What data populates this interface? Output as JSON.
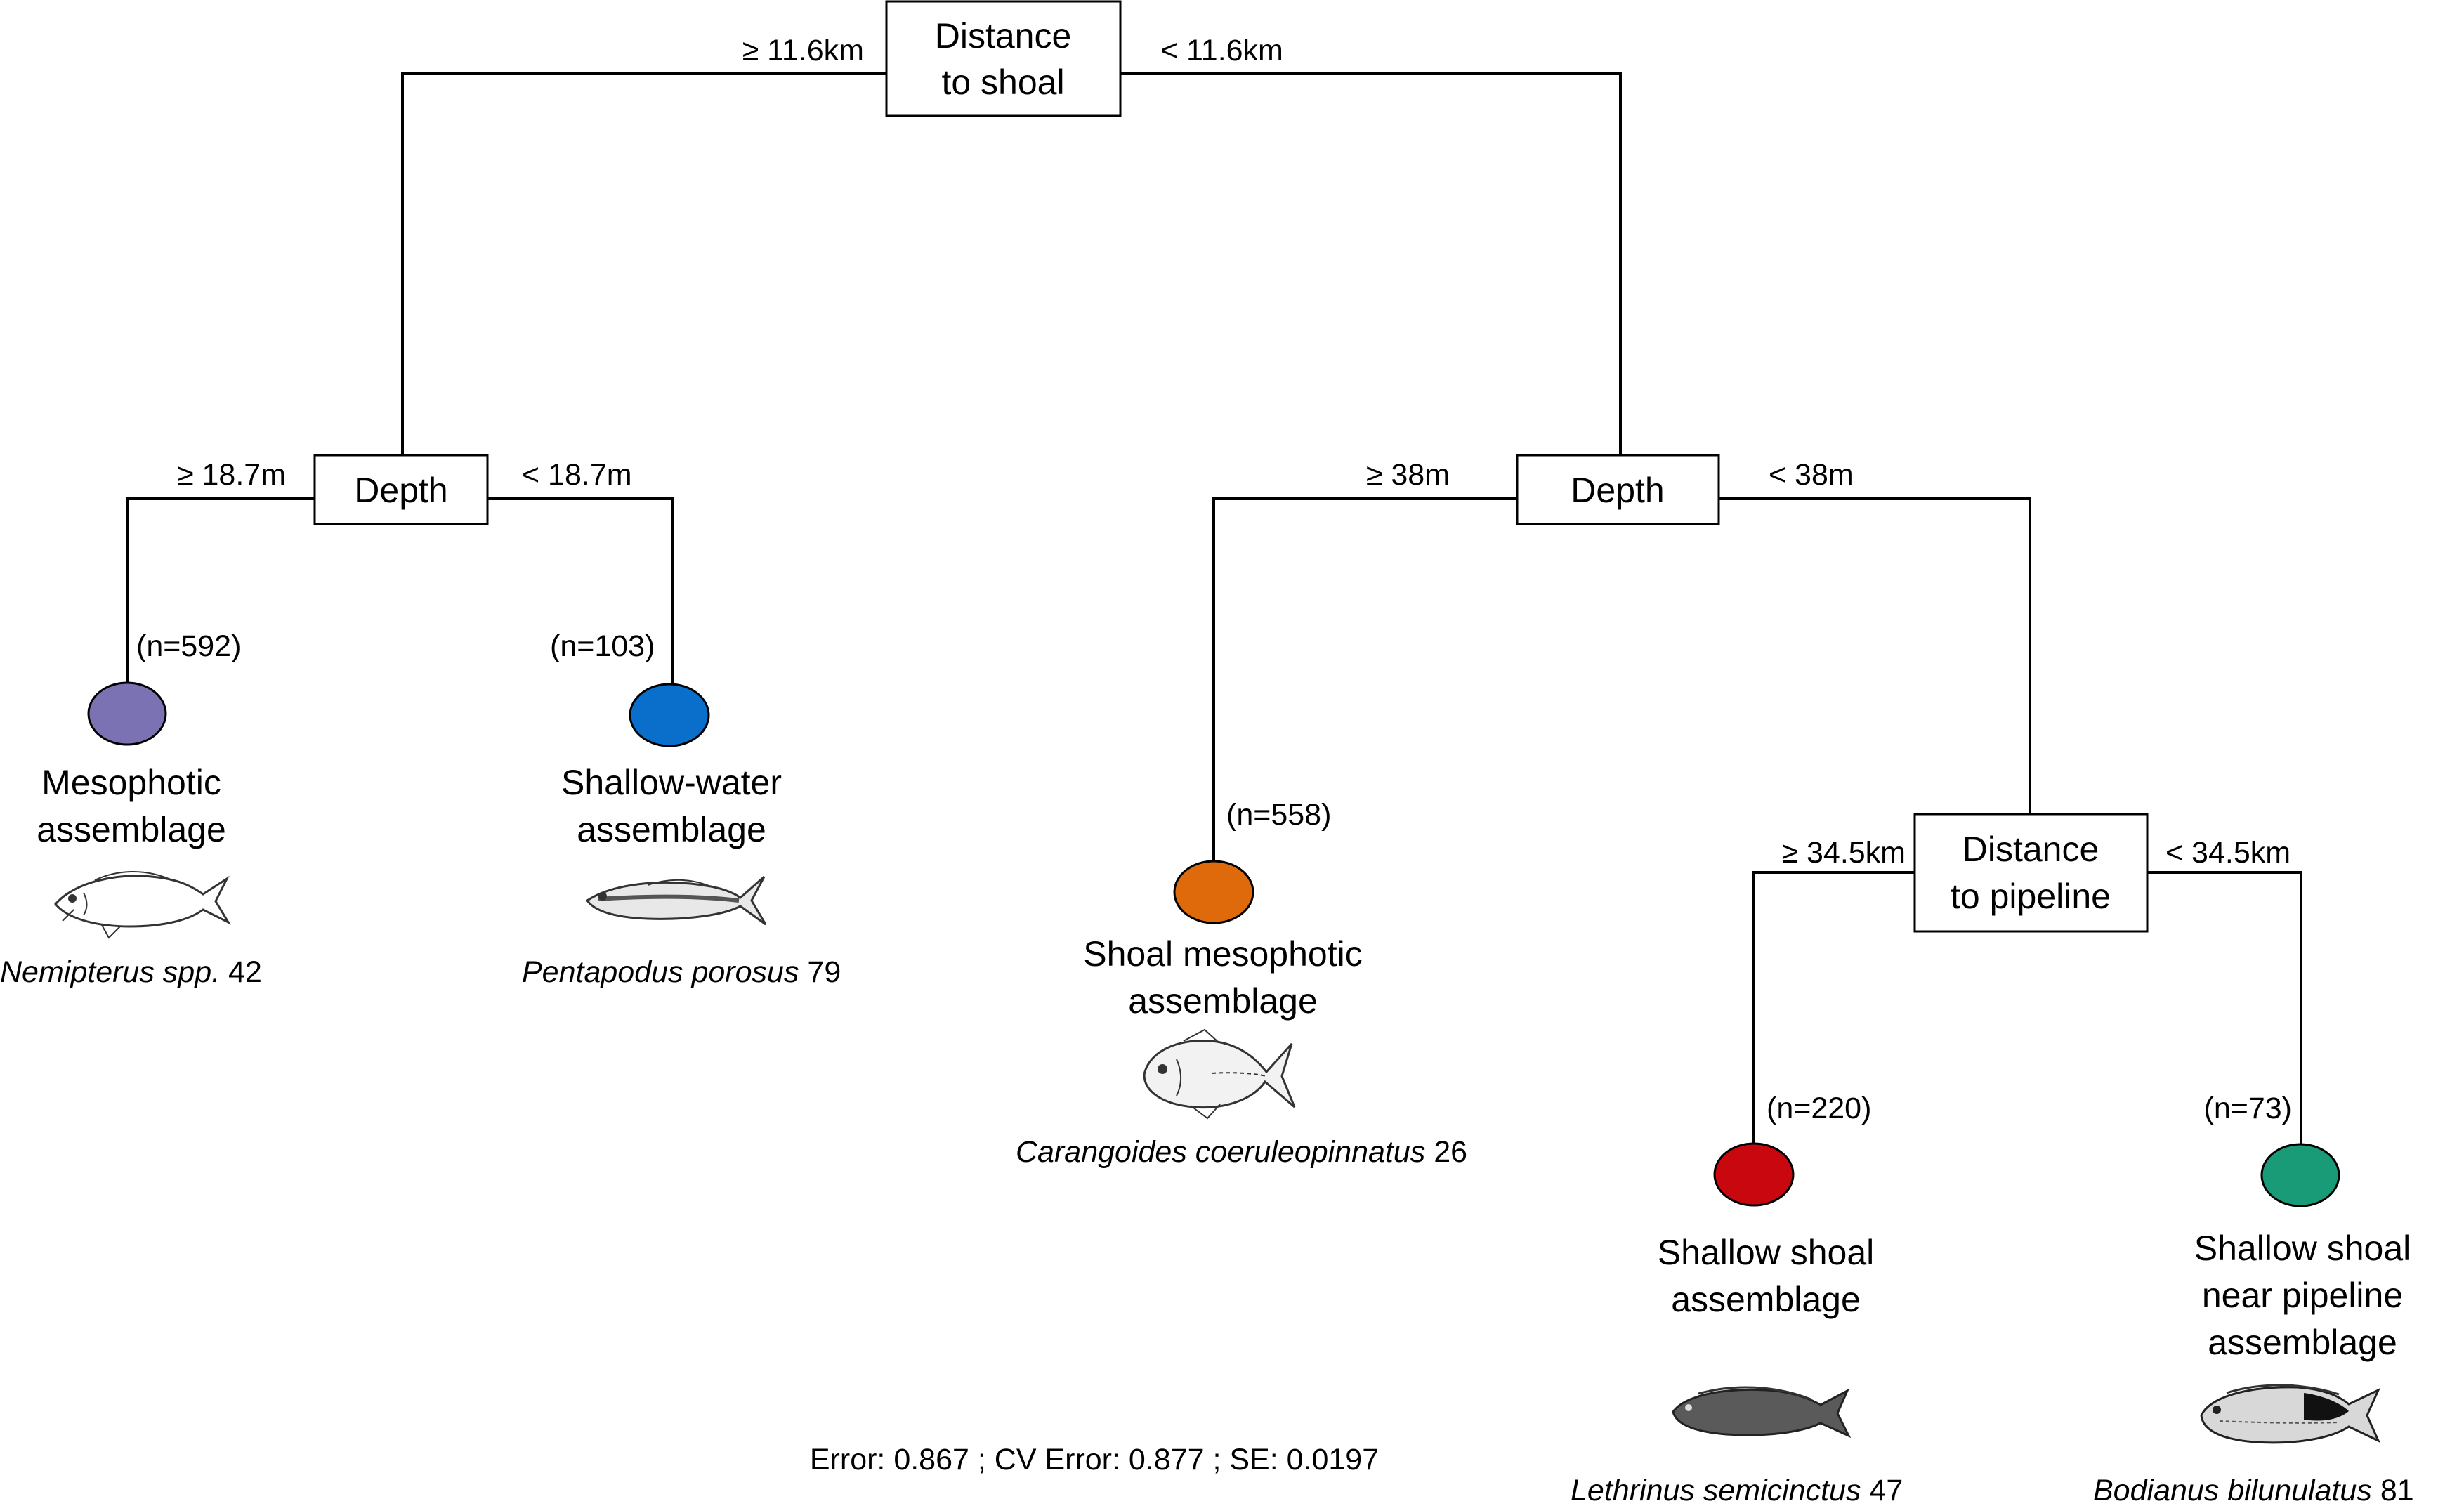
{
  "tree": {
    "root": {
      "label_line1": "Distance",
      "label_line2": "to shoal",
      "left_condition": "≥ 11.6km",
      "right_condition": "< 11.6km"
    },
    "depth_left": {
      "label": "Depth",
      "left_condition": "≥ 18.7m",
      "right_condition": "< 18.7m"
    },
    "depth_right": {
      "label": "Depth",
      "left_condition": "≥ 38m",
      "right_condition": "< 38m"
    },
    "pipeline": {
      "label_line1": "Distance",
      "label_line2": "to pipeline",
      "left_condition": "≥ 34.5km",
      "right_condition": "< 34.5km"
    }
  },
  "leaves": [
    {
      "n": "(n=592)",
      "title_line1": "Mesophotic",
      "title_line2": "assemblage",
      "title_line3": "",
      "species": "Nemipterus spp.",
      "species_count": "42",
      "color": "#7b72b3",
      "fish_icon": "threadfin-bream-icon"
    },
    {
      "n": "(n=103)",
      "title_line1": "Shallow-water",
      "title_line2": "assemblage",
      "title_line3": "",
      "species": "Pentapodus porosus",
      "species_count": "79",
      "color": "#0a6fcb",
      "fish_icon": "whiptail-icon"
    },
    {
      "n": "(n=558)",
      "title_line1": "Shoal mesophotic",
      "title_line2": "assemblage",
      "title_line3": "",
      "species": "Carangoides coeruleopinnatus",
      "species_count": "26",
      "color": "#de6a0b",
      "fish_icon": "trevally-icon"
    },
    {
      "n": "(n=220)",
      "title_line1": "Shallow shoal",
      "title_line2": "assemblage",
      "title_line3": "",
      "species": "Lethrinus semicinctus",
      "species_count": "47",
      "color": "#c8070f",
      "fish_icon": "emperor-icon"
    },
    {
      "n": "(n=73)",
      "title_line1": "Shallow shoal",
      "title_line2": "near pipeline",
      "title_line3": "assemblage",
      "species": "Bodianus bilunulatus",
      "species_count": "81",
      "color": "#1a9b78",
      "fish_icon": "hogfish-icon"
    }
  ],
  "footer": {
    "stats": "Error: 0.867 ; CV Error: 0.877 ; SE: 0.0197"
  }
}
